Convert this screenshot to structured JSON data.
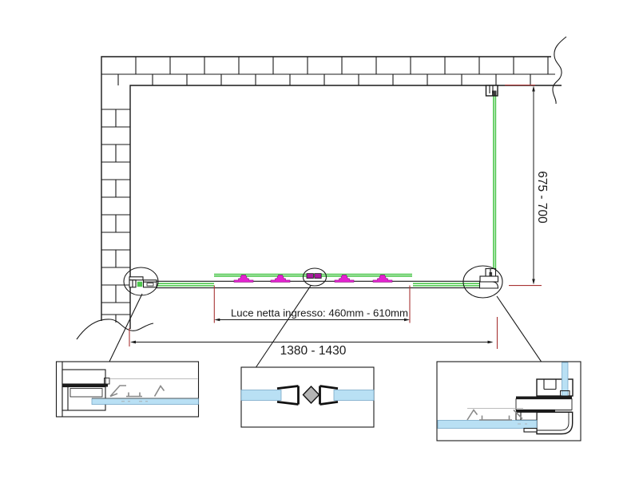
{
  "drawing": {
    "type": "shower-enclosure-top-view-technical-drawing",
    "dimensions": {
      "height_label": "675 - 700",
      "width_label": "1380 - 1430",
      "opening_label": "Luce netta ingresso: 460mm - 610mm"
    }
  },
  "colors": {
    "ink": "#1a1a1a",
    "green": "#4ec74e",
    "magenta": "#e322cf",
    "magenta_dark": "#8d1283",
    "magnet": "#a81a9e",
    "dim_red": "#a83434",
    "glass_blue": "#b9e0f4",
    "glass_edge": "#6b9fc0",
    "seal_gray": "#8a8a8a"
  }
}
